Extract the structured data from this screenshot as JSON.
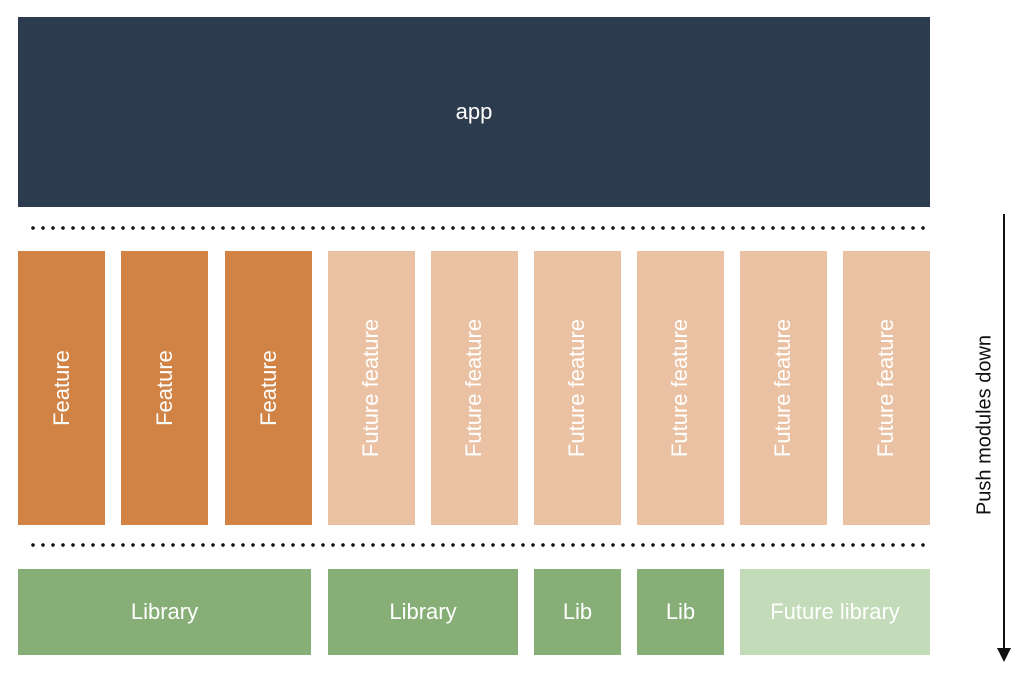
{
  "app": {
    "label": "app"
  },
  "features": [
    {
      "label": "Feature",
      "status": "current"
    },
    {
      "label": "Feature",
      "status": "current"
    },
    {
      "label": "Feature",
      "status": "current"
    },
    {
      "label": "Future feature",
      "status": "future"
    },
    {
      "label": "Future feature",
      "status": "future"
    },
    {
      "label": "Future feature",
      "status": "future"
    },
    {
      "label": "Future feature",
      "status": "future"
    },
    {
      "label": "Future feature",
      "status": "future"
    },
    {
      "label": "Future feature",
      "status": "future"
    }
  ],
  "libraries": [
    {
      "label": "Library",
      "status": "current"
    },
    {
      "label": "Library",
      "status": "current"
    },
    {
      "label": "Lib",
      "status": "current"
    },
    {
      "label": "Lib",
      "status": "current"
    },
    {
      "label": "Future library",
      "status": "future"
    }
  ],
  "arrow": {
    "label": "Push modules down"
  },
  "colors": {
    "app": "#2d3b4e",
    "feature": "#d08344",
    "future_feature": "#eac2a3",
    "library": "#86ae76",
    "future_library": "#c3dbb8"
  }
}
